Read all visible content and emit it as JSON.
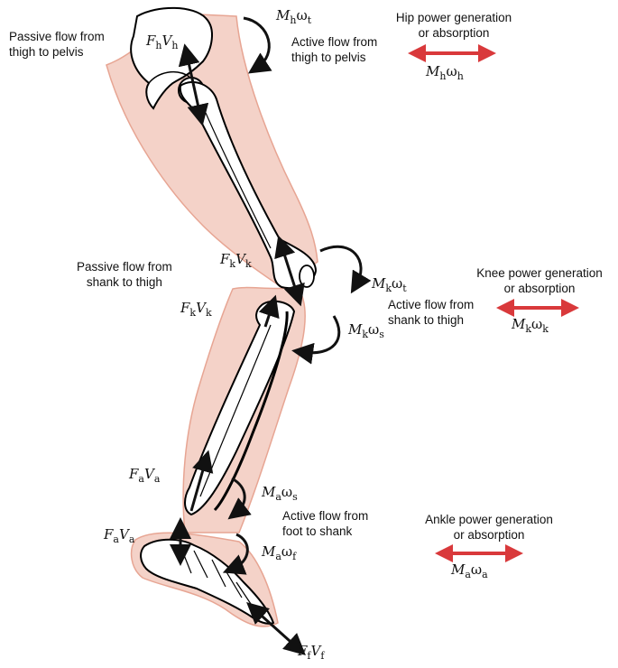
{
  "colors": {
    "skin": "#f4d2c8",
    "skin_edge": "#e7a593",
    "bone": "#000000",
    "power_arrow": "#d9393b"
  },
  "hip": {
    "passive_label": [
      "Passive flow from",
      "thigh to pelvis"
    ],
    "active_label": [
      "Active flow from",
      "thigh to pelvis"
    ],
    "power_label": [
      "Hip power generation",
      "or absorption"
    ],
    "force_var": "F",
    "force_sub": "h",
    "vel_var": "V",
    "vel_sub": "h",
    "moment_var": "M",
    "moment_sub": "h",
    "omega_seg": "t",
    "power_moment_sub": "h",
    "power_omega_sub": "h"
  },
  "knee": {
    "passive_label": [
      "Passive flow from",
      "shank to thigh"
    ],
    "active_label": [
      "Active flow from",
      "shank to thigh"
    ],
    "power_label": [
      "Knee power generation",
      "or absorption"
    ],
    "force_var": "F",
    "force_sub": "k",
    "vel_var": "V",
    "vel_sub": "k",
    "moment_var": "M",
    "moment_sub": "k",
    "omega_thigh": "t",
    "omega_shank": "s",
    "power_moment_sub": "k",
    "power_omega_sub": "k"
  },
  "ankle": {
    "active_label": [
      "Active flow from",
      "foot to shank"
    ],
    "power_label": [
      "Ankle power generation",
      "or absorption"
    ],
    "force_var": "F",
    "force_sub": "a",
    "vel_var": "V",
    "vel_sub": "a",
    "moment_var": "M",
    "moment_sub": "a",
    "omega_shank": "s",
    "omega_foot": "f",
    "power_moment_sub": "a",
    "power_omega_sub": "a"
  },
  "foot": {
    "force_var": "F",
    "force_sub": "f",
    "vel_var": "V",
    "vel_sub": "f"
  },
  "omega_symbol": "ω"
}
